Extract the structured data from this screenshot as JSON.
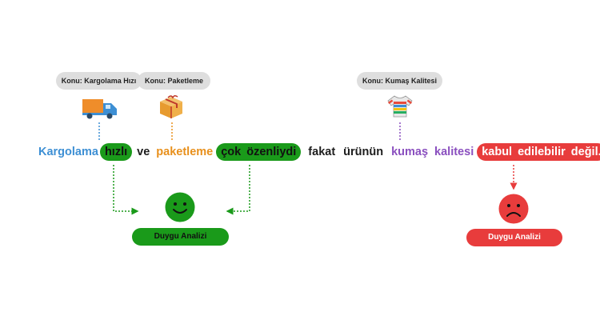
{
  "topics": {
    "shipping": "Konu: Kargolama Hızı",
    "packaging": "Konu: Paketleme",
    "fabric": "Konu: Kumaş Kalitesi"
  },
  "sentence": {
    "w1": "Kargolama",
    "w2": "hızlı",
    "w3": "ve",
    "w4": "paketleme",
    "w5": "çok özenliydi",
    "w6": "fakat",
    "w7": "ürünün",
    "w8": "kumaş",
    "w9": "kalitesi",
    "w10": "kabul edilebilir değil."
  },
  "results": {
    "positive": "Duygu Analizi",
    "negative": "Duygu Analizi"
  },
  "colors": {
    "positive": "#1a9a1a",
    "negative": "#e83c3c",
    "shipping": "#3d8fd4",
    "packaging": "#e8901c",
    "fabric": "#8a4fbf"
  },
  "icons": [
    "truck-icon",
    "package-icon",
    "tshirt-icon",
    "happy-face-icon",
    "sad-face-icon"
  ]
}
